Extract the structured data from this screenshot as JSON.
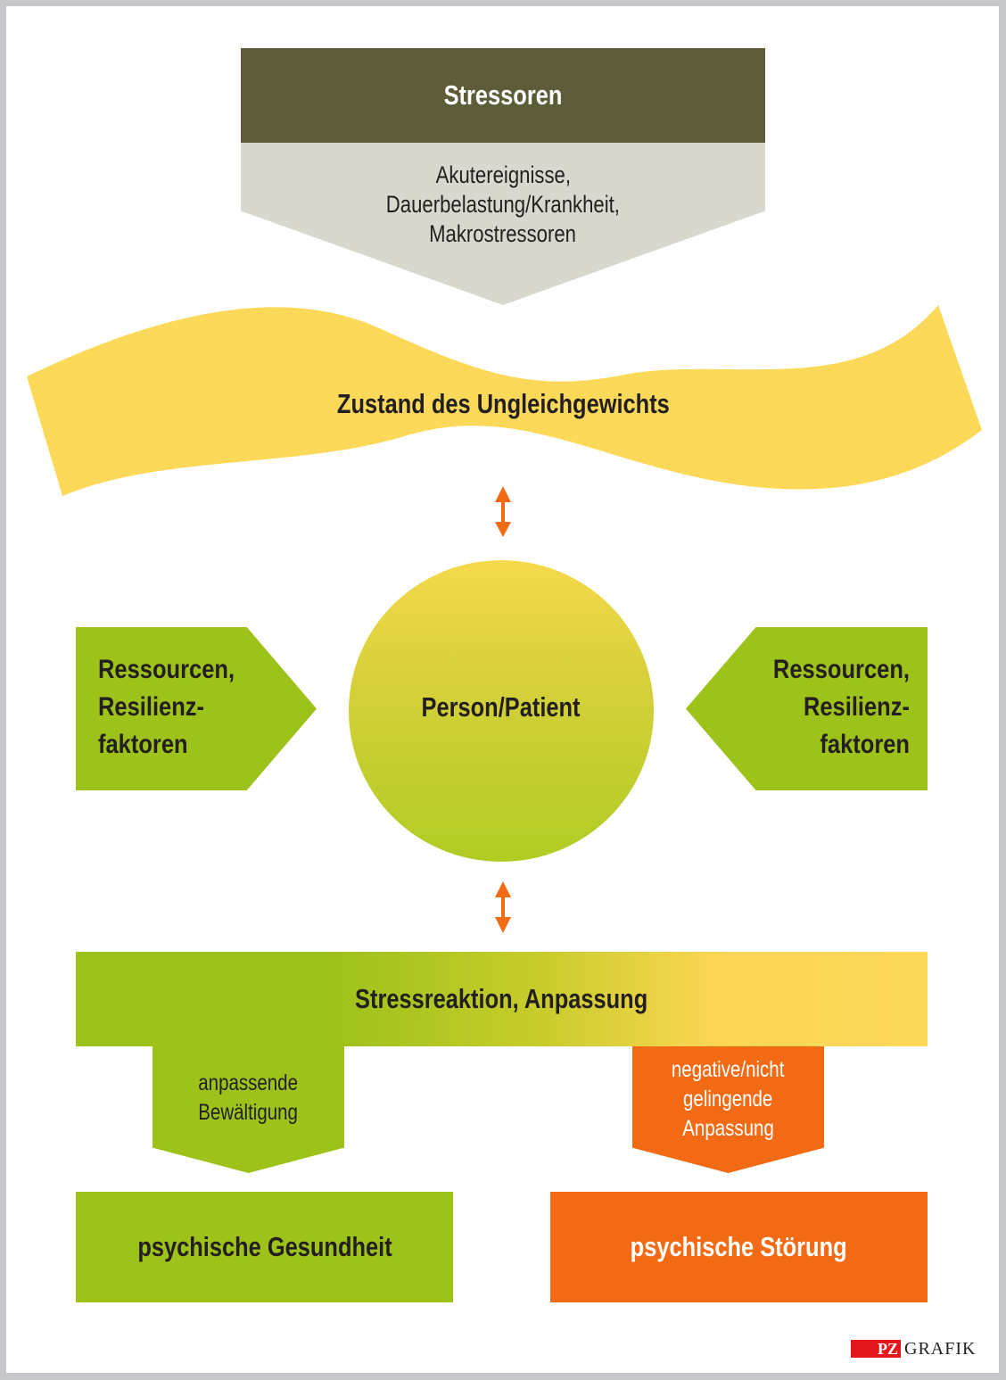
{
  "stressoren": {
    "title": "Stressoren",
    "lines": [
      "Akutereignisse,",
      "Dauerbelastung/Krankheit,",
      "Makrostressoren"
    ]
  },
  "imbalance": {
    "label": "Zustand des Ungleichgewichts"
  },
  "person": {
    "label": "Person/Patient"
  },
  "resources_left": {
    "lines": [
      "Ressourcen,",
      "Resilienz-",
      "faktoren"
    ]
  },
  "resources_right": {
    "lines": [
      "Ressourcen,",
      "Resilienz-",
      "faktoren"
    ]
  },
  "stress_reaction": {
    "label": "Stressreaktion, Anpassung"
  },
  "adaptive": {
    "lines": [
      "anpassende",
      "Bewältigung"
    ]
  },
  "negative": {
    "lines": [
      "negative/nicht",
      "gelingende",
      "Anpassung"
    ]
  },
  "outcomes": {
    "health": "psychische Gesundheit",
    "disorder": "psychische Störung"
  },
  "arrows": {
    "type": "double-headed",
    "color": "#f26a13"
  },
  "colors": {
    "dark_olive": "#5e5c38",
    "light_gray": "#d9d8ce",
    "yellow": "#fdd95a",
    "green": "#9dc21a",
    "orange": "#f26a13"
  },
  "logo": {
    "mark": "PZ",
    "text": "GRAFIK"
  }
}
